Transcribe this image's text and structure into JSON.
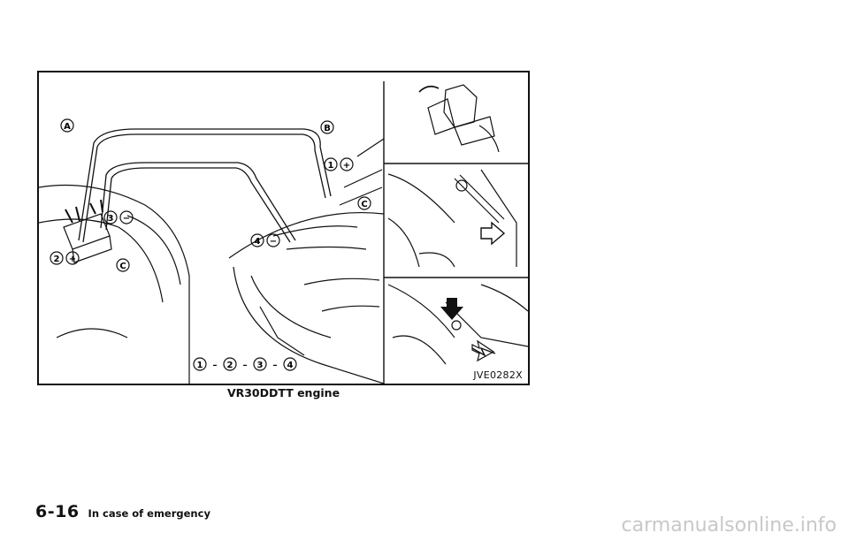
{
  "figure": {
    "code": "JVE0282X",
    "labels": {
      "a": "A",
      "b": "B",
      "c": "C",
      "n1": "1",
      "n2": "2",
      "n3": "3",
      "n4": "4",
      "plus": "+",
      "minus": "−",
      "seq_dash": "–"
    }
  },
  "caption": "VR30DDTT engine",
  "footer": {
    "page_number": "6-16",
    "section_title": "In case of emergency"
  },
  "watermark": "carmanualsonline.info"
}
